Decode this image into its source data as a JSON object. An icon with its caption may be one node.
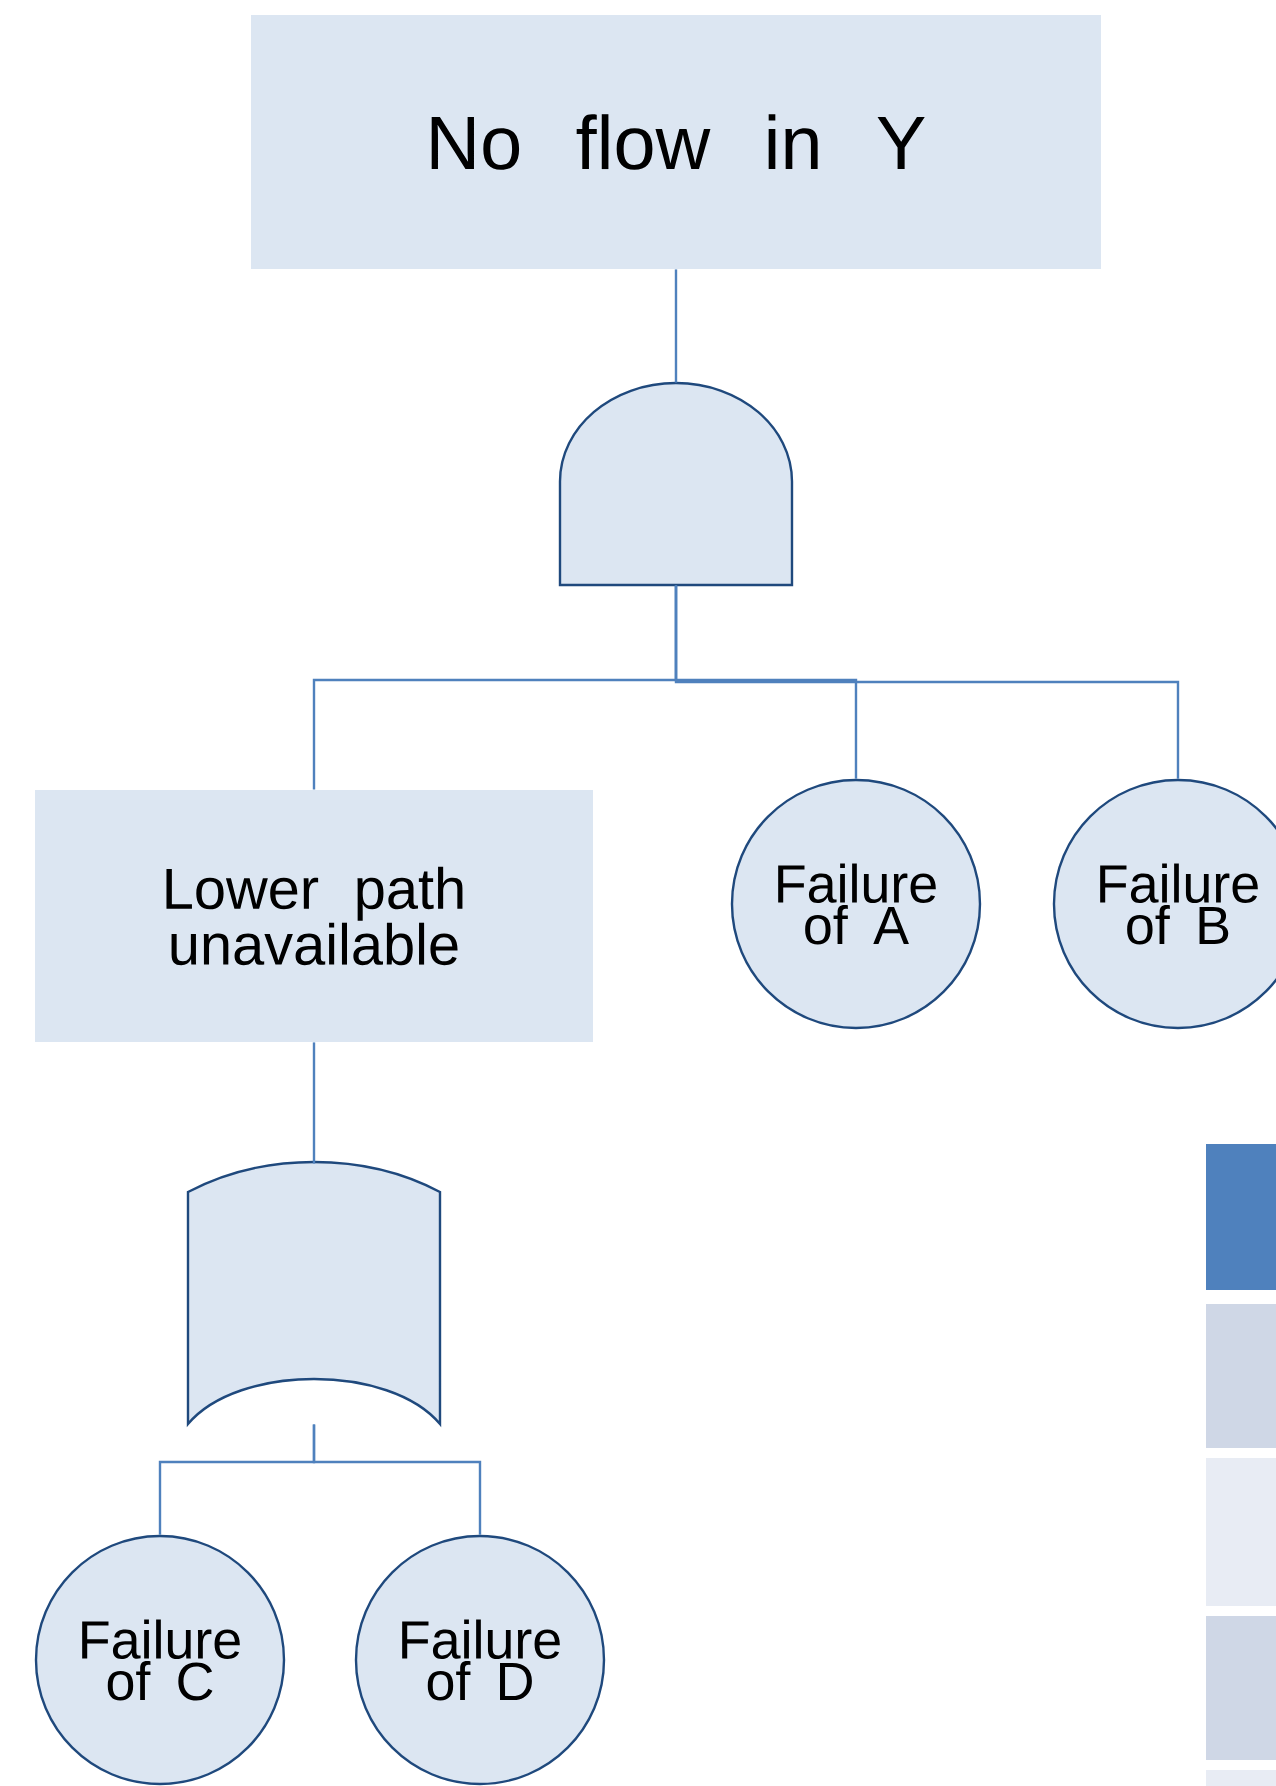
{
  "diagram": {
    "nodes": [
      {
        "text": [
          "No flow in Y"
        ]
      },
      {
        "text": [],
        "shape": "and-gate"
      },
      {
        "text": [
          "Lower path unavailable"
        ]
      },
      {
        "text": [
          "Failure of A"
        ]
      },
      {
        "text": [
          "Failure of B"
        ]
      },
      {
        "text": [],
        "shape": "or-gate"
      },
      {
        "text": [
          "Failure of C"
        ]
      },
      {
        "text": [
          "Failure of D"
        ]
      }
    ],
    "edges": [
      {
        "from": 0,
        "to": 1,
        "arrow": "none"
      },
      {
        "from": 1,
        "to": 2,
        "arrow": "none"
      },
      {
        "from": 1,
        "to": 3,
        "arrow": "none"
      },
      {
        "from": 1,
        "to": 4,
        "arrow": "none"
      },
      {
        "from": 2,
        "to": 5,
        "arrow": "none"
      },
      {
        "from": 5,
        "to": 6,
        "arrow": "none"
      },
      {
        "from": 5,
        "to": 7,
        "arrow": "none"
      }
    ]
  }
}
